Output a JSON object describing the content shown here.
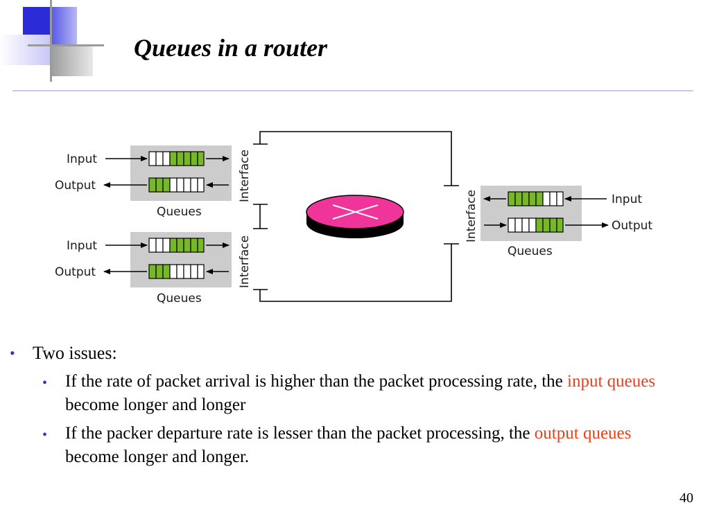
{
  "slide": {
    "title": "Queues in a router",
    "page_number": "40"
  },
  "diagram": {
    "left_top": {
      "input": "Input",
      "output": "Output",
      "queues": "Queues"
    },
    "left_bottom": {
      "input": "Input",
      "output": "Output",
      "queues": "Queues"
    },
    "right": {
      "input": "Input",
      "output": "Output",
      "queues": "Queues"
    },
    "interface_labels": [
      "Interface",
      "Interface",
      "Interface"
    ],
    "colors": {
      "queue_fill": "#76b82a",
      "router_pink": "#f0359a",
      "queue_box": "#cccccc"
    }
  },
  "bullets": {
    "main": "Two issues:",
    "items": [
      {
        "pre": "If the rate of packet arrival is higher than the packet processing rate, the ",
        "highlight": "input queues",
        "post": " become longer and longer"
      },
      {
        "pre": "If the packer departure rate is lesser than the packet processing, the ",
        "highlight": "output queues",
        "post": " become longer and longer."
      }
    ],
    "colors": {
      "bullet": "#3333cc",
      "highlight": "#e8401c"
    }
  }
}
